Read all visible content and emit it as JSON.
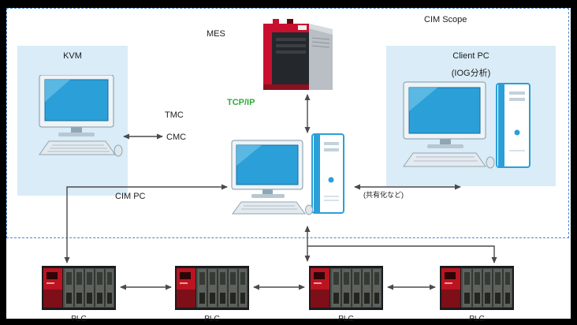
{
  "colors": {
    "scope_border": "#4a86c8",
    "panel_bg": "#d9ecf7",
    "screen_blue": "#2b9fd8",
    "server_red": "#c8102e",
    "plc_red": "#bb1420",
    "arrow_gray": "#4a4a4a",
    "tcpip_green": "#2faa3c"
  },
  "diagram": {
    "scope_label": "CIM Scope",
    "kvm_panel": {
      "title": "KVM"
    },
    "mes_label": "MES",
    "tcpip_label": "TCP/IP",
    "tmc_label": "TMC",
    "cmc_label": "CMC",
    "cim_pc_label": "CIM PC",
    "client_panel": {
      "title": "Client PC",
      "subtitle": "(IOG分析)"
    },
    "share_label": "(共有化など)",
    "plcs": [
      {
        "label": "PLC"
      },
      {
        "label": "PLC"
      },
      {
        "label": "PLC"
      },
      {
        "label": "PLC"
      }
    ]
  }
}
